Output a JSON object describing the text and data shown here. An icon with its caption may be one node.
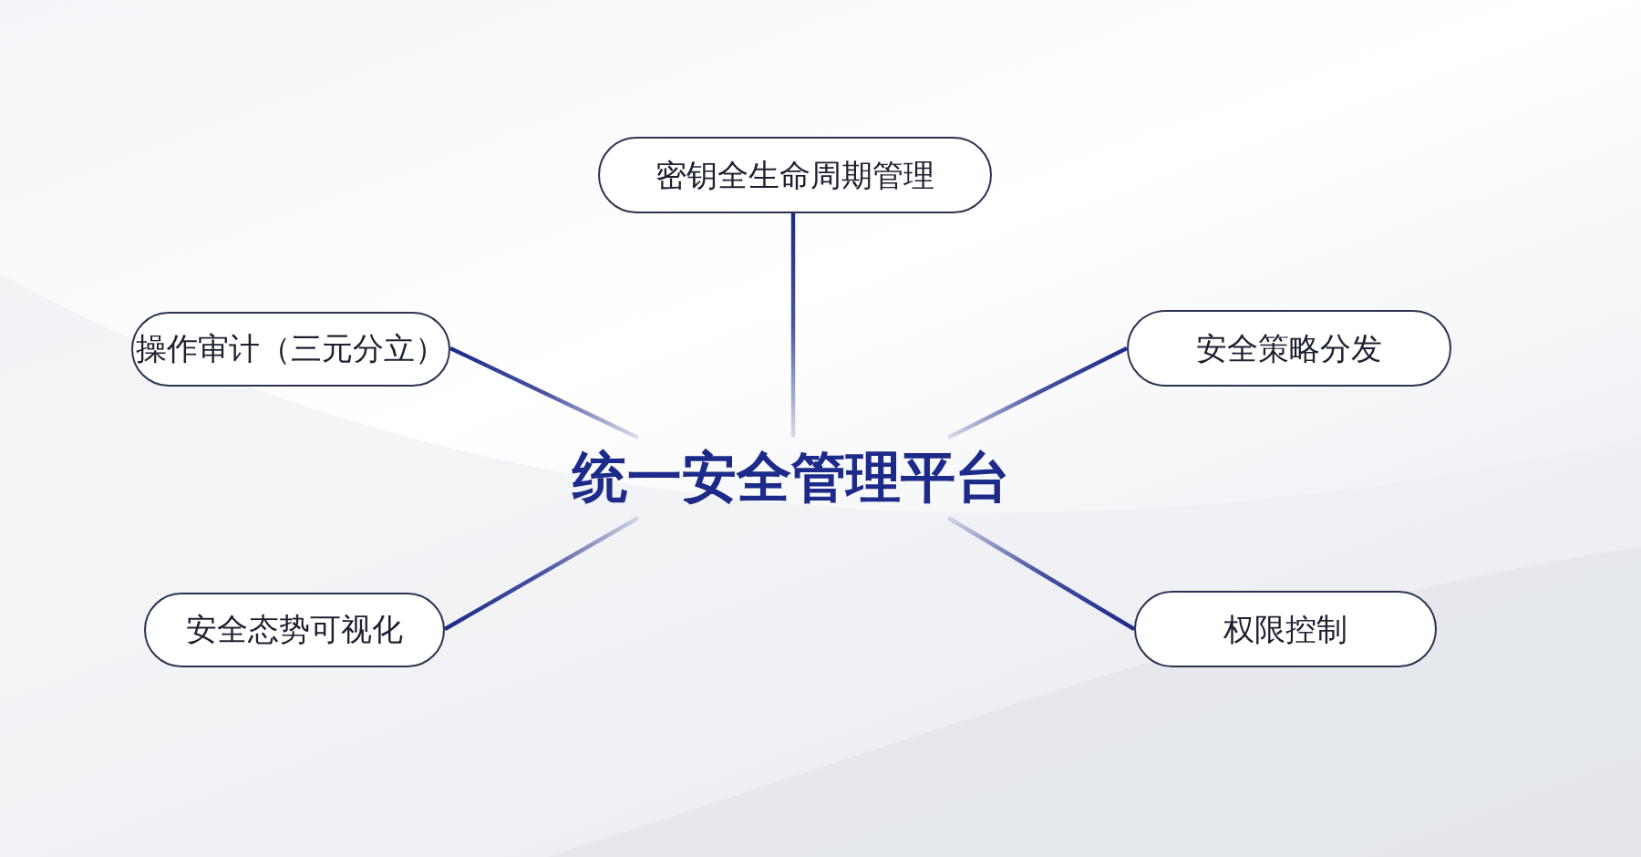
{
  "diagram": {
    "nodes": [
      {
        "text": [
          "统一安全管理平台"
        ]
      },
      {
        "text": [
          "密钥全生命周期管理"
        ]
      },
      {
        "text": [
          "操作审计（三元分立）"
        ]
      },
      {
        "text": [
          "安全策略分发"
        ]
      },
      {
        "text": [
          "安全态势可视化"
        ]
      },
      {
        "text": [
          "权限控制"
        ]
      }
    ],
    "edges": [
      {
        "from": 0,
        "to": 1,
        "arrow": "none"
      },
      {
        "from": 0,
        "to": 2,
        "arrow": "none"
      },
      {
        "from": 0,
        "to": 3,
        "arrow": "none"
      },
      {
        "from": 0,
        "to": 4,
        "arrow": "none"
      },
      {
        "from": 0,
        "to": 5,
        "arrow": "none"
      }
    ]
  }
}
